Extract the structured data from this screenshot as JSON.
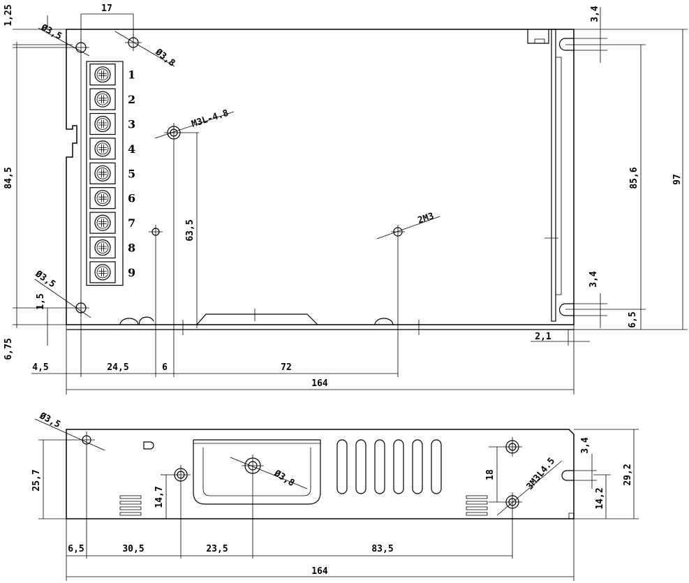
{
  "top_view": {
    "terminal_numbers": [
      "1",
      "2",
      "3",
      "4",
      "5",
      "6",
      "7",
      "8",
      "9"
    ],
    "hole_labels": {
      "tl_hole": "Ø3,5",
      "top_hole": "Ø3,8",
      "m3_hole": "M3L-4.8",
      "m2_hole": "2M3",
      "bl_hole": "Ø3,5"
    },
    "dims": {
      "top_17": "17",
      "left_125": "1,25",
      "left_845": "84,5",
      "left_15": "1,5",
      "left_675": "6,75",
      "mid_635": "63,5",
      "right_34a": "3,4",
      "right_856": "85,6",
      "right_97": "97",
      "right_34b": "3,4",
      "right_65": "6,5",
      "right_21": "2,1",
      "bot_45": "4,5",
      "bot_245": "24,5",
      "bot_6": "6",
      "bot_72": "72",
      "bot_164": "164"
    }
  },
  "side_view": {
    "hole_labels": {
      "tl_hole": "Ø3,5",
      "center_hole": "Ø3,8",
      "right_holes": "3M3L4.5"
    },
    "dims": {
      "left_257": "25,7",
      "left_147": "14,7",
      "mid_18": "18",
      "right_34": "3,4",
      "right_292": "29,2",
      "right_142": "14,2",
      "bot_65": "6,5",
      "bot_305": "30,5",
      "bot_235": "23,5",
      "bot_835": "83,5",
      "bot_164": "164"
    }
  }
}
